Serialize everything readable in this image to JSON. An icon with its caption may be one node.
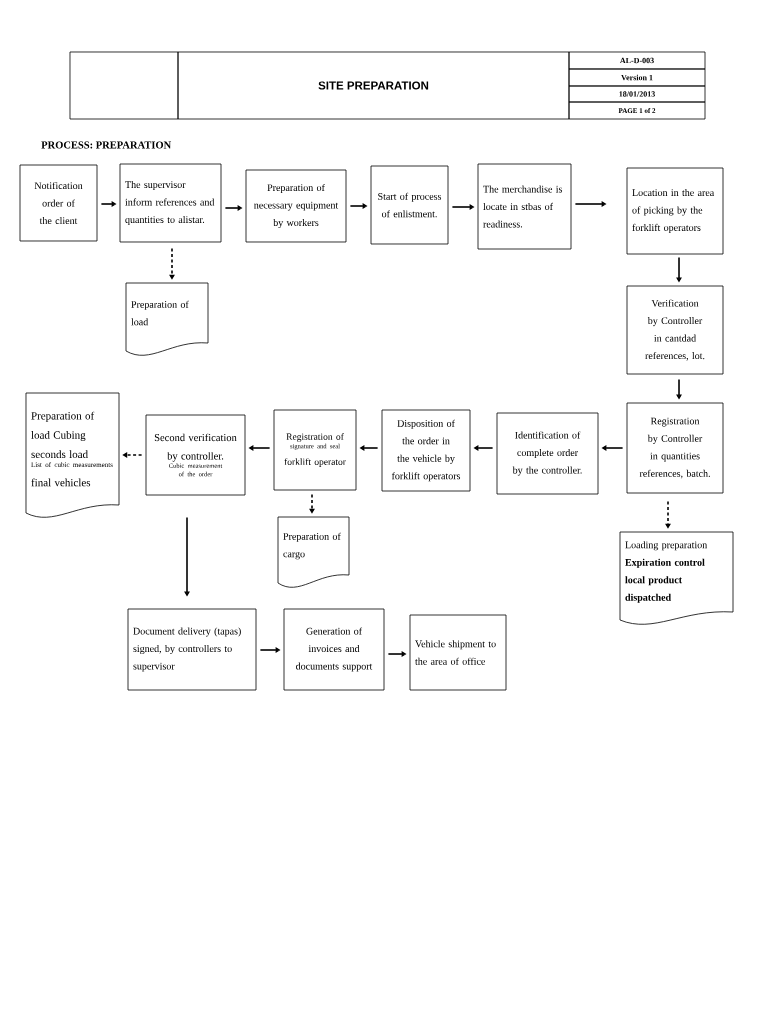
{
  "diagram": {
    "title": "SITE PREPARATION",
    "nodes": [
      {
        "text": [
          "Notification order of the client"
        ]
      },
      {
        "text": [
          "The supervisor inform references and quantities to alistar."
        ]
      },
      {
        "text": [
          "Preparation of necessary equipment by workers"
        ]
      },
      {
        "text": [
          "Start of process of enlistment."
        ]
      },
      {
        "text": [
          "The merchandise is locate in stbas of readiness."
        ]
      },
      {
        "text": [
          "Location in the area of picking by the forklift operators"
        ]
      },
      {
        "text": [
          "Preparation of load"
        ]
      },
      {
        "text": [
          "Verification by Controller in cantdad references, lot."
        ]
      },
      {
        "text": [
          "Preparation of load Cubing seconds load",
          "List of cubic measurements",
          "final vehicles"
        ]
      },
      {
        "text": [
          "Second verification by controller.",
          "Cubic measurement of the order"
        ]
      },
      {
        "text": [
          "Registration of",
          "signature and seal",
          "forklift operator"
        ]
      },
      {
        "text": [
          "Disposition of the order in the vehicle by forklift operators"
        ]
      },
      {
        "text": [
          "Identification of complete order by the controller."
        ]
      },
      {
        "text": [
          "Registration by Controller in quantities references, batch."
        ]
      },
      {
        "text": [
          "Preparation of cargo"
        ]
      },
      {
        "text": [
          "Loading preparation **Expiration control local product dispatched**"
        ]
      },
      {
        "text": [
          "Document delivery (tapas) signed, by controllers to supervisor"
        ]
      },
      {
        "text": [
          "Generation of invoices and documents support"
        ]
      },
      {
        "text": [
          "Vehicle shipment to the area of office"
        ]
      }
    ],
    "edges": [
      {
        "from": 0,
        "to": 1,
        "arrow": "to"
      },
      {
        "from": 1,
        "to": 2,
        "arrow": "to"
      },
      {
        "from": 2,
        "to": 3,
        "arrow": "to"
      },
      {
        "from": 3,
        "to": 4,
        "arrow": "to"
      },
      {
        "from": 4,
        "to": 5,
        "arrow": "to"
      },
      {
        "from": 1,
        "to": 6,
        "arrow": "to",
        "style": "dashed"
      },
      {
        "from": 5,
        "to": 7,
        "arrow": "to"
      },
      {
        "from": 7,
        "to": 13,
        "arrow": "to"
      },
      {
        "from": 13,
        "to": 12,
        "arrow": "to"
      },
      {
        "from": 12,
        "to": 11,
        "arrow": "to"
      },
      {
        "from": 11,
        "to": 10,
        "arrow": "to"
      },
      {
        "from": 10,
        "to": 9,
        "arrow": "to"
      },
      {
        "from": 9,
        "to": 8,
        "arrow": "to",
        "style": "dashed"
      },
      {
        "from": 10,
        "to": 14,
        "arrow": "to",
        "style": "dashed"
      },
      {
        "from": 13,
        "to": 15,
        "arrow": "to",
        "style": "dashed"
      },
      {
        "from": 9,
        "to": 16,
        "arrow": "to"
      },
      {
        "from": 16,
        "to": 17,
        "arrow": "to"
      },
      {
        "from": 17,
        "to": 18,
        "arrow": "to"
      }
    ],
    "labels": [
      "AL-D-003",
      "Version 1",
      "18/01/2013",
      "PAGE 1 of 2",
      "PROCESS: PREPARATION"
    ]
  }
}
